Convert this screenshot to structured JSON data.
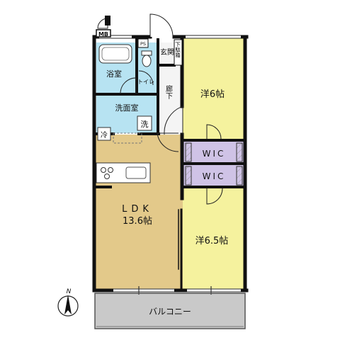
{
  "plan": {
    "mb_label": "MB",
    "ps_label": "PS",
    "rooms": {
      "bath": "浴室",
      "toilet": "トイレ",
      "entrance": "玄関",
      "shoe_storage": "下駄箱",
      "washroom": "洗面室",
      "washer": "洗",
      "corridor": "廊下",
      "fridge": "冷",
      "western_north": "洋6帖",
      "wic_1": "WIC",
      "wic_2": "WIC",
      "ldk_name": "LDK",
      "ldk_size": "13.6帖",
      "western_south": "洋6.5帖",
      "balcony": "バルコニー"
    },
    "compass_label": "N",
    "colors": {
      "bedroom": "#f5f29e",
      "ldk": "#e3c98a",
      "wet_area": "#b7e3f2",
      "wic": "#cfc3e6",
      "corridor": "#f4f4f4",
      "balcony": "#c9c9c9",
      "wall": "#111111"
    }
  }
}
